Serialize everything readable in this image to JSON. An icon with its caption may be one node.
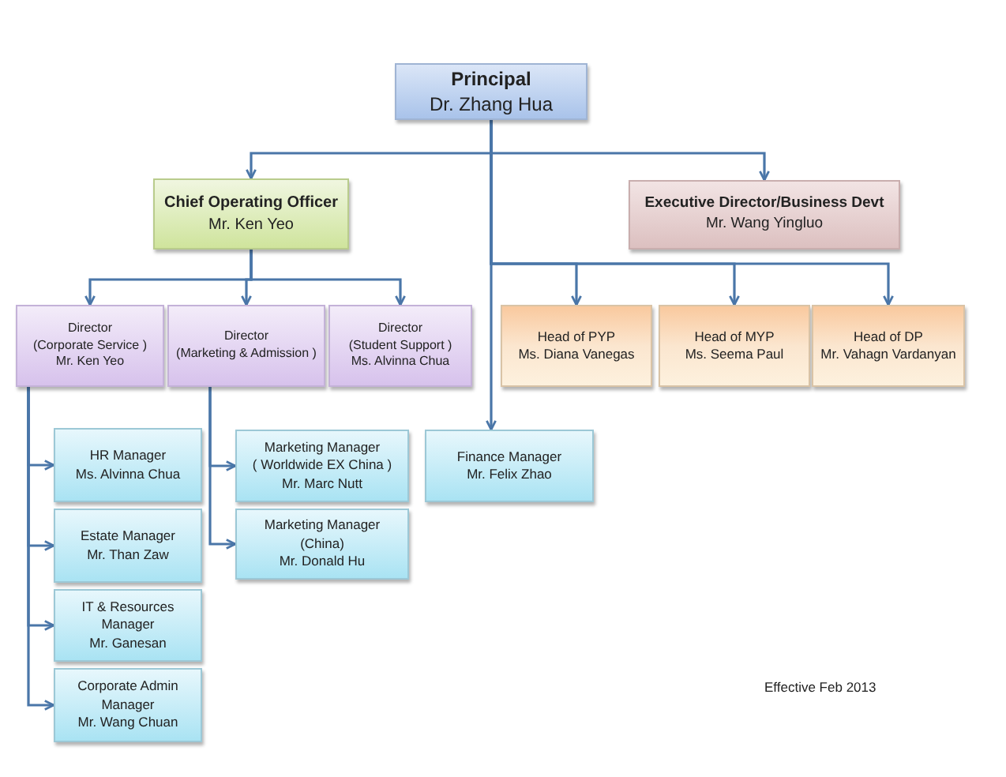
{
  "diagram": {
    "nodes": [
      {
        "text": [
          "Principal",
          "Dr. Zhang Hua"
        ]
      },
      {
        "text": [
          "Chief Operating Officer",
          "Mr. Ken Yeo"
        ]
      },
      {
        "text": [
          "Executive Director/Business Devt",
          "Mr. Wang Yingluo"
        ]
      },
      {
        "text": [
          "Director",
          "(Corporate Service )",
          "Mr. Ken Yeo"
        ]
      },
      {
        "text": [
          "Director",
          "(Marketing & Admission )"
        ]
      },
      {
        "text": [
          "Director",
          "(Student Support )",
          "Ms. Alvinna Chua"
        ]
      },
      {
        "text": [
          "Head of PYP",
          "Ms. Diana Vanegas"
        ]
      },
      {
        "text": [
          "Head of MYP",
          "Ms. Seema Paul"
        ]
      },
      {
        "text": [
          "Head of DP",
          "Mr. Vahagn Vardanyan"
        ]
      },
      {
        "text": [
          "HR Manager",
          "Ms. Alvinna Chua"
        ]
      },
      {
        "text": [
          "Estate Manager",
          "Mr. Than Zaw"
        ]
      },
      {
        "text": [
          "IT & Resources Manager",
          "Mr. Ganesan"
        ]
      },
      {
        "text": [
          "Corporate Admin Manager",
          "Mr. Wang Chuan"
        ]
      },
      {
        "text": [
          "Marketing Manager",
          "( Worldwide EX China )",
          "Mr. Marc Nutt"
        ]
      },
      {
        "text": [
          "Marketing Manager",
          "(China)",
          "Mr. Donald Hu"
        ]
      },
      {
        "text": [
          "Finance Manager",
          "Mr. Felix Zhao"
        ]
      }
    ],
    "edges": [
      {
        "from": 0,
        "to": 1,
        "arrow": "to"
      },
      {
        "from": 0,
        "to": 2,
        "arrow": "to"
      },
      {
        "from": 0,
        "to": 6,
        "arrow": "to"
      },
      {
        "from": 0,
        "to": 7,
        "arrow": "to"
      },
      {
        "from": 0,
        "to": 8,
        "arrow": "to"
      },
      {
        "from": 0,
        "to": 15,
        "arrow": "to"
      },
      {
        "from": 1,
        "to": 3,
        "arrow": "to"
      },
      {
        "from": 1,
        "to": 4,
        "arrow": "to"
      },
      {
        "from": 1,
        "to": 5,
        "arrow": "to"
      },
      {
        "from": 3,
        "to": 9,
        "arrow": "to"
      },
      {
        "from": 3,
        "to": 10,
        "arrow": "to"
      },
      {
        "from": 3,
        "to": 11,
        "arrow": "to"
      },
      {
        "from": 3,
        "to": 12,
        "arrow": "to"
      },
      {
        "from": 4,
        "to": 13,
        "arrow": "to"
      },
      {
        "from": 4,
        "to": 14,
        "arrow": "to"
      }
    ],
    "labels": [
      "Effective Feb 2013"
    ]
  }
}
